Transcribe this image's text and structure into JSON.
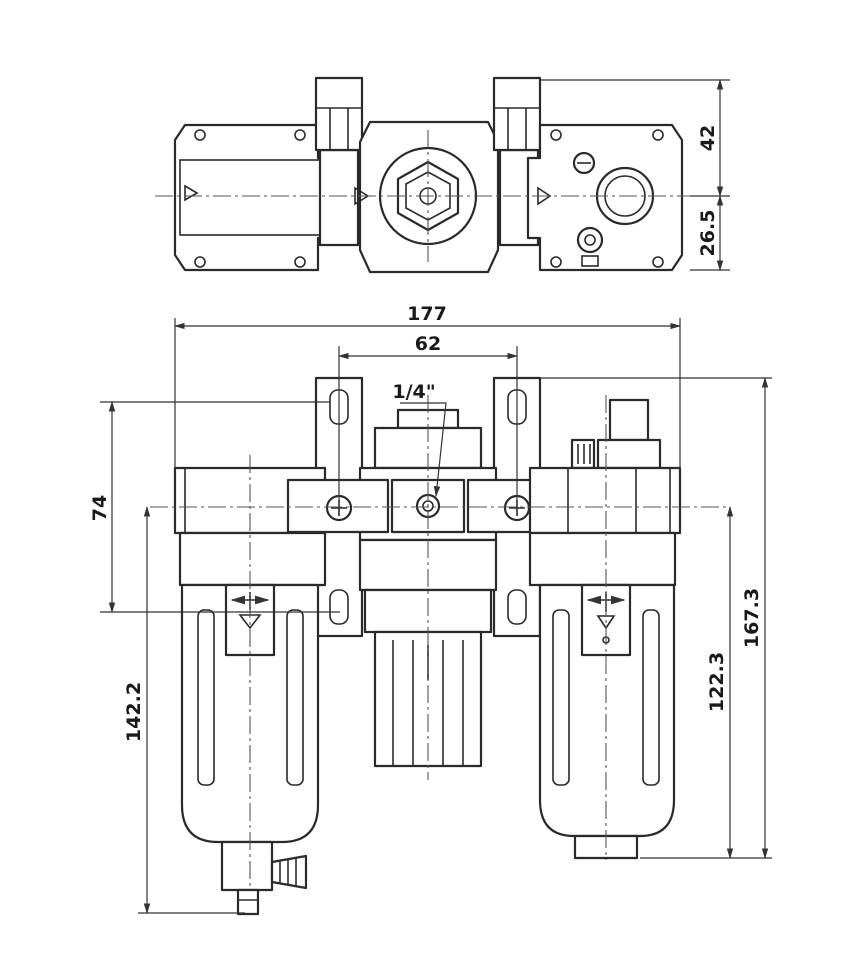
{
  "dimensions": {
    "top_height_upper": "42",
    "top_height_lower": "26.5",
    "overall_width": "177",
    "port_spacing": "62",
    "port_size": "1/4\"",
    "bracket_height": "74",
    "filter_height": "142.2",
    "lubricator_height": "122.3",
    "overall_height": "167.3"
  }
}
